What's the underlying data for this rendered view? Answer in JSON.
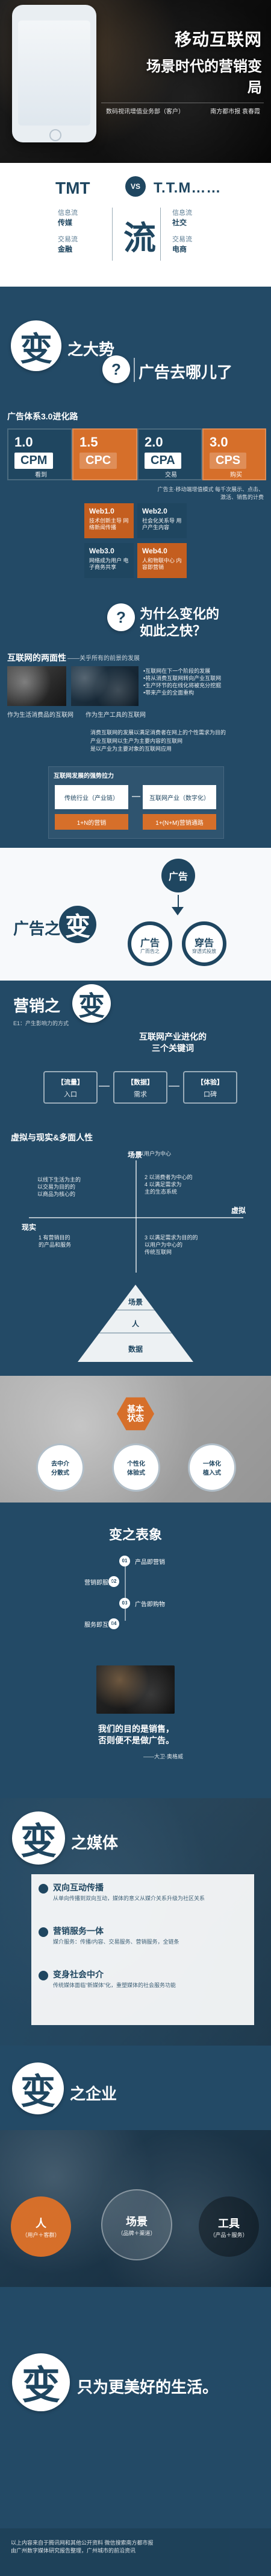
{
  "colors": {
    "bg": "#234a66",
    "accent_orange": "#d66f2a",
    "accent_orange_dark": "#c45e1f",
    "white": "#ffffff",
    "navy": "#1f4660",
    "dark": "#18384e"
  },
  "cover": {
    "title_line1": "移动互联网",
    "title_line2": "场景时代的营销变局",
    "subtitle_left": "数码视讯增值业务部（客户）",
    "subtitle_right": "南方都市报  袁春霞"
  },
  "tmt": {
    "tmt": "TMT",
    "vs": "VS",
    "ttm": "T.T.M……",
    "left_words": [
      "信息流",
      "传媒",
      "交易流",
      "金融"
    ],
    "right_words": [
      "信息流",
      "社交",
      "交易流",
      "电商"
    ],
    "center_word": "流"
  },
  "section1": {
    "big": "变",
    "label": "之大势",
    "question_icon": "?",
    "question": "广告去哪儿了"
  },
  "ad30": {
    "title": "广告体系3.0进化路",
    "stages": [
      {
        "num": "1.0",
        "name": "CPM",
        "sub": "看到"
      },
      {
        "num": "1.5",
        "name": "CPC",
        "sub": ""
      },
      {
        "num": "2.0",
        "name": "CPA",
        "sub": "交易"
      },
      {
        "num": "3.0",
        "name": "CPS",
        "sub": "购买"
      }
    ],
    "footnote": "广告主·移动端增值模式 每千次展示、点击、激活、销售的计费",
    "web_blocks": [
      {
        "title": "Web1.0",
        "desc": "技术创新主导 网络新闻传播"
      },
      {
        "title": "Web2.0",
        "desc": "社会化关系导 用户产生内容"
      },
      {
        "title": "Web3.0",
        "desc": "网络成为用户 电子商务共享"
      },
      {
        "title": "Web4.0",
        "desc": "人和物联中心 内容即营销"
      }
    ]
  },
  "why": {
    "icon": "?",
    "line1": "为什么变化的",
    "line2": "如此之快？"
  },
  "duality": {
    "title": "互联网的两面性",
    "subtitle": "——关乎所有的前景的发展",
    "caption_left": "作为生活消费品的互联网",
    "caption_right": "作为生产工具的互联网",
    "right_text": [
      "•互联网在下一个阶段的发展",
      "•将从消费互联网转向产业互联网",
      "•生产环节的在线化将被充分挖掘",
      "•带来产业的全面重构"
    ],
    "mid_text": [
      "消费互联网的发展以满足消费者在网上的个性需求为目的",
      "产业互联网以生产为主要内容的互联网",
      "是以产业为主要对象的互联网应用"
    ],
    "diagram_title": "互联网发展的强势拉力",
    "diagram_left": "传统行业（产业链）",
    "diagram_right": "互联网产业（数字化）",
    "diagram_bottom_left": "1+N的营销",
    "diagram_bottom_right": "1+(N+M)营销通路"
  },
  "ad_change": {
    "label": "广告之",
    "big": "变",
    "ad_top": "广告",
    "ad_left": "广告",
    "ad_left_sub": "广而告之",
    "ad_right": "穿告",
    "ad_right_sub": "穿透式投放"
  },
  "marketing": {
    "label": "营销之",
    "big": "变",
    "sub": "E1：产生影响力的方式",
    "evolution_title_1": "互联网产业进化的",
    "evolution_title_2": "三个关键词",
    "steps": [
      {
        "bracket": "【流量】",
        "sub": "入口"
      },
      {
        "bracket": "【数据】",
        "sub": "需求"
      },
      {
        "bracket": "【体验】",
        "sub": "口碑"
      }
    ]
  },
  "virtual": {
    "title": "虚拟与现实&多面人性",
    "axis_top": "场景",
    "axis_top_sub": "以用户为中心",
    "axis_right": "虚拟",
    "axis_left": "现实",
    "quadrant_tl": [
      "以线下生活为主的",
      "以交易为目的的",
      "以商品为核心的"
    ],
    "quadrant_tr": [
      "2 以消费者为中心的",
      "4 以满足需求为",
      "主的生态系统"
    ],
    "quadrant_bl": [
      "1 有营销目的",
      "的产品和服务"
    ],
    "quadrant_br": [
      "3 以满足需求为目的的",
      "以用户为中心的",
      "传统互联网"
    ],
    "pyramid_top": "场景",
    "pyramid_mid": "人",
    "pyramid_bottom": "数据"
  },
  "basic_state": {
    "title_line1": "基本",
    "title_line2": "状态",
    "items": [
      {
        "line1": "去中介",
        "line2": "分散式"
      },
      {
        "line1": "个性化",
        "line2": "体验式"
      },
      {
        "line1": "一体化",
        "line2": "植入式"
      }
    ]
  },
  "appearance": {
    "title": "变之表象",
    "items": [
      {
        "dot": "01",
        "label": "产品即营销"
      },
      {
        "dot": "02",
        "label": "营销即服务"
      },
      {
        "dot": "03",
        "label": "广告即购物"
      },
      {
        "dot": "04",
        "label": "服务即互动"
      }
    ],
    "quote_line1": "我们的目的是销售，",
    "quote_line2": "否则便不是做广告。",
    "quote_author": "——大卫·奥格威"
  },
  "media": {
    "big": "变",
    "label": "之媒体",
    "items": [
      {
        "title": "双向互动传播",
        "desc": "从单向传播到双向互动，媒体的意义从媒介关系升级为社区关系"
      },
      {
        "title": "营销服务一体",
        "desc": "媒介服务：传播/内容、交易服务、营销服务，全链条"
      },
      {
        "title": "变身社会中介",
        "desc": "传统媒体面临“新媒体”化，重塑媒体的社会服务功能"
      }
    ]
  },
  "enterprise": {
    "big": "变",
    "label": "之企业",
    "circles": [
      {
        "title": "人",
        "sub": "（用户＋客群）"
      },
      {
        "title": "场景",
        "sub": "（品牌＋渠道）"
      },
      {
        "title": "工具",
        "sub": "（产品＋服务）"
      }
    ]
  },
  "final": {
    "big": "变",
    "line": "只为更美好的生活。",
    "footer_line1": "以上内容来自于腾讯网和其他公开资料   微信搜索南方都市报",
    "footer_line2": "由广州数字媒体研究报告整理，广州城市的前沿资讯"
  }
}
